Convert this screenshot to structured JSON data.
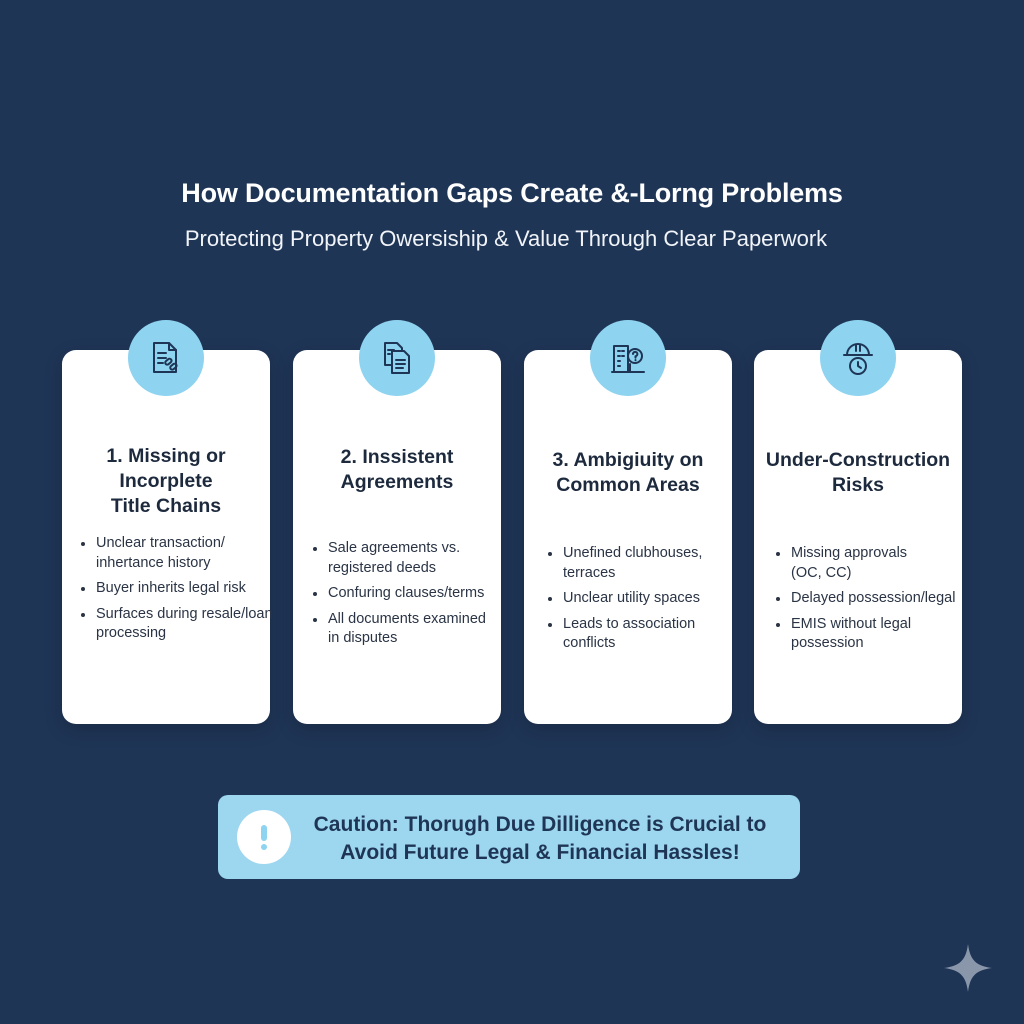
{
  "header": {
    "title": "How Documentation Gaps Create &-Lorng Problems",
    "subtitle": "Protecting Property Owersiship & Value Through Clear Paperwork"
  },
  "cards": [
    {
      "icon": "document-link-icon",
      "title": "1. Missing or Incorplete\nTitle Chains",
      "points": [
        "Unclear transaction/\ninhertance history",
        "Buyer inherits legal risk",
        "Surfaces during resale/loan\nprocessing"
      ]
    },
    {
      "icon": "documents-icon",
      "title": "2. Inssistent\nAgreements",
      "points": [
        "Sale agreements vs.\nregistered deeds",
        "Confuring clauses/terms",
        "All documents examined\nin disputes"
      ]
    },
    {
      "icon": "building-question-icon",
      "title": "3. Ambigiuity on\nCommon Areas",
      "points": [
        "Unefined clubhouses,\nterraces",
        "Unclear utility spaces",
        "Leads to association\nconflicts"
      ]
    },
    {
      "icon": "hardhat-clock-icon",
      "title": "Under-Construction\nRisks",
      "points": [
        "Missing approvals\n(OC, CC)",
        "Delayed possession/legal stand off",
        "EMIS without legal\npossession"
      ]
    }
  ],
  "caution": {
    "icon": "exclamation-icon",
    "text": "Caution: Thorugh Due Dilligence is Crucial to\nAvoid Future Legal & Financial Hassles!"
  },
  "colors": {
    "background": "#1f3556",
    "card": "#ffffff",
    "accent": "#8ed3ef",
    "caution_bg": "#9dd6ef",
    "text_dark": "#1d2a3d"
  }
}
